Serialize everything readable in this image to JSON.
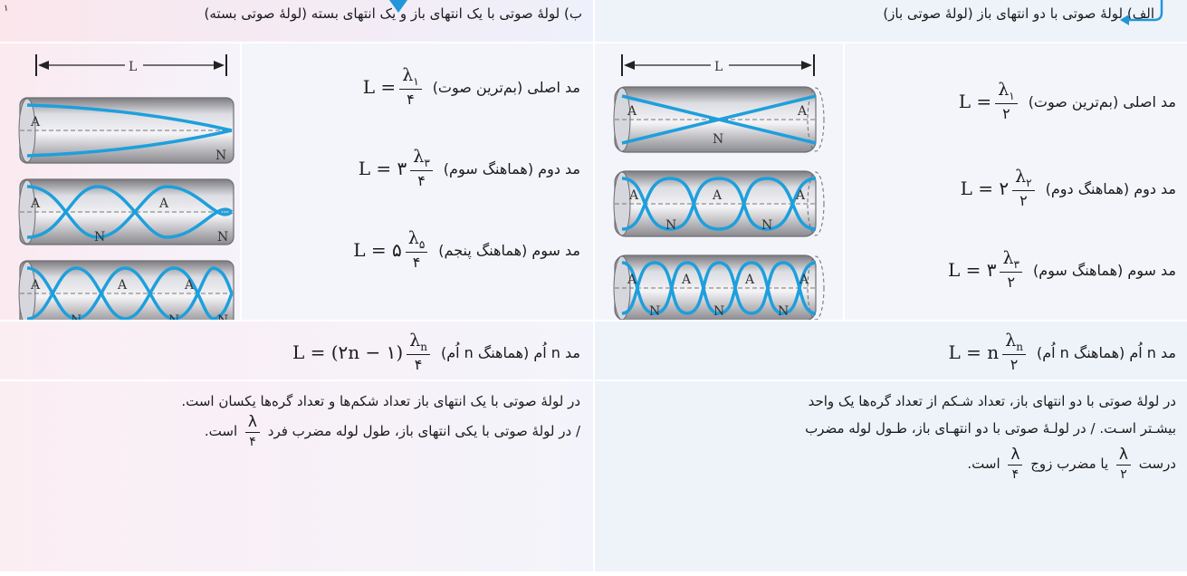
{
  "colors": {
    "wave": "#1e9fdc",
    "accent": "#2196d9"
  },
  "open_pipe": {
    "title": "الف) لولهٔ صوتی با دو انتهای باز (لولهٔ صوتی باز)",
    "dimension_label": "L",
    "modes": [
      {
        "label": "مد اصلی (بم‌ترین صوت)",
        "lhs": "L =",
        "coef": "",
        "num": "λ",
        "sub": "۱",
        "den": "۲",
        "antinodes": [
          "A",
          "A"
        ],
        "nodes": [
          "N"
        ]
      },
      {
        "label": "مد دوم (هماهنگ دوم)",
        "lhs": "L =",
        "coef": "۲",
        "num": "λ",
        "sub": "۲",
        "den": "۲",
        "antinodes": [
          "A",
          "A",
          "A"
        ],
        "nodes": [
          "N",
          "N"
        ]
      },
      {
        "label": "مد سوم (هماهنگ سوم)",
        "lhs": "L =",
        "coef": "۳",
        "num": "λ",
        "sub": "۳",
        "den": "۲",
        "antinodes": [
          "A",
          "A",
          "A",
          "A"
        ],
        "nodes": [
          "N",
          "N",
          "N"
        ]
      }
    ],
    "general_label": "مد n اُم (هماهنگ n اُم)",
    "general_lhs": "L = n",
    "general_num": "λ",
    "general_sub": "n",
    "general_den": "۲",
    "note_line1": "در لولهٔ صوتی با دو انتهای باز، تعداد شـکم از تعداد گره‌ها یک واحد",
    "note_line2": "بیشـتر اسـت. / در لولـهٔ صوتی با دو انتهـای باز، طـول لوله مضرب",
    "note_line3a": "درست",
    "note_frac1_num": "λ",
    "note_frac1_den": "۲",
    "note_line3b": "یا مضرب زوج",
    "note_frac2_num": "λ",
    "note_frac2_den": "۴",
    "note_line3c": "است."
  },
  "closed_pipe": {
    "title": "ب) لولهٔ صوتی با یک انتهای باز و یک انتهای بسته (لولهٔ صوتی بسته)",
    "footnote_mark": "۱",
    "dimension_label": "L",
    "modes": [
      {
        "label": "مد اصلی (بم‌ترین صوت)",
        "lhs": "L =",
        "coef": "",
        "num": "λ",
        "sub": "۱",
        "den": "۴",
        "antinodes": [
          "A"
        ],
        "nodes": [
          "N"
        ]
      },
      {
        "label": "مد دوم (هماهنگ سوم)",
        "lhs": "L =",
        "coef": "۳",
        "num": "λ",
        "sub": "۳",
        "den": "۴",
        "antinodes": [
          "A",
          "A"
        ],
        "nodes": [
          "N",
          "N"
        ]
      },
      {
        "label": "مد سوم (هماهنگ پنجم)",
        "lhs": "L =",
        "coef": "۵",
        "num": "λ",
        "sub": "۵",
        "den": "۴",
        "antinodes": [
          "A",
          "A",
          "A"
        ],
        "nodes": [
          "N",
          "N"
        ]
      }
    ],
    "general_label": "مد n اُم (هماهنگ n اُم)",
    "general_lhs": "L = (۲n − ۱)",
    "general_num": "λ",
    "general_sub": "n",
    "general_den": "۴",
    "note_line1": "در لولهٔ صوتی با یک انتهای باز تعداد شکم‌ها و تعداد گره‌ها یکسان است.",
    "note_line2a": "/ در لولهٔ صوتی با یکی انتهای باز، طول لوله مضرب فرد",
    "note_frac_num": "λ",
    "note_frac_den": "۴",
    "note_line2b": "است."
  }
}
